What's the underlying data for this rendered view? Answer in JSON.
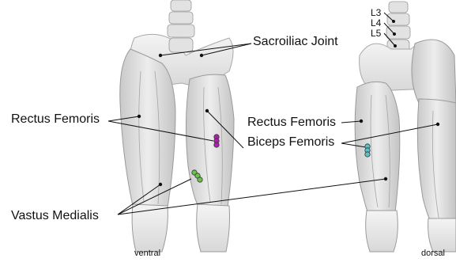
{
  "labels": {
    "sacroiliac": "Sacroiliac Joint",
    "rectus_left": "Rectus Femoris",
    "rectus_right": "Rectus Femoris",
    "biceps": "Biceps Femoris",
    "vastus": "Vastus Medialis",
    "l3": "L3",
    "l4": "L4",
    "l5": "L5",
    "ventral": "ventral",
    "dorsal": "dorsal"
  },
  "colors": {
    "rectus_electrodes": "#b020b0",
    "vastus_electrodes": "#6cc24a",
    "biceps_electrodes": "#59c3c9",
    "leader_lines": "#111111",
    "muscle_fill": "#e4e4e4",
    "muscle_shade": "#cfcfcf"
  }
}
